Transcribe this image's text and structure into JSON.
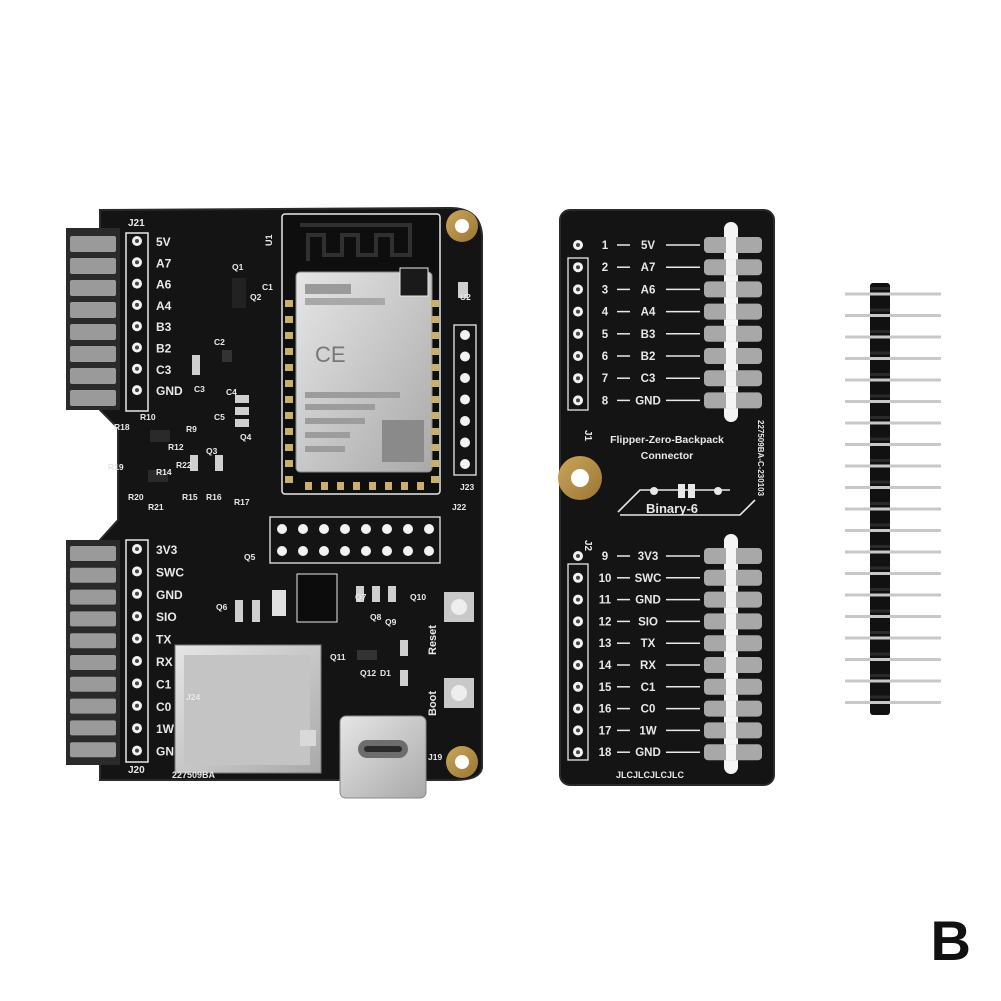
{
  "main_board": {
    "top_header": {
      "label": "J21",
      "pins": [
        "5V",
        "A7",
        "A6",
        "A4",
        "B3",
        "B2",
        "C3",
        "GND"
      ]
    },
    "bottom_header": {
      "label": "J20",
      "pins": [
        "3V3",
        "SWC",
        "GND",
        "SIO",
        "TX",
        "RX",
        "C1",
        "C0",
        "1W",
        "GND"
      ]
    },
    "module_label": "U1",
    "component_labels": [
      "Q1",
      "Q2",
      "C1",
      "C2",
      "C3",
      "C4",
      "C5",
      "R9",
      "R10",
      "R12",
      "R14",
      "R15",
      "R16",
      "R17",
      "R18",
      "R19",
      "R20",
      "R21",
      "R22",
      "Q3",
      "Q4",
      "Q5",
      "Q6",
      "Q7",
      "Q8",
      "Q9",
      "Q10",
      "Q11",
      "Q12",
      "D1",
      "U2",
      "J22",
      "J23",
      "J24",
      "J19"
    ],
    "buttons": [
      "Boot",
      "Reset"
    ],
    "sd_label": "227509BA"
  },
  "connector_board": {
    "title_line1": "Flipper-Zero-Backpack",
    "title_line2": "Connector",
    "logo_text": "Binary-6",
    "side_text": "227509BA-C-230103",
    "footer_text": "JLCJLCJLCJLC",
    "j1_label": "J1",
    "j2_label": "J2",
    "j1_rows": [
      {
        "num": "1",
        "sig": "5V"
      },
      {
        "num": "2",
        "sig": "A7"
      },
      {
        "num": "3",
        "sig": "A6"
      },
      {
        "num": "4",
        "sig": "A4"
      },
      {
        "num": "5",
        "sig": "B3"
      },
      {
        "num": "6",
        "sig": "B2"
      },
      {
        "num": "7",
        "sig": "C3"
      },
      {
        "num": "8",
        "sig": "GND"
      }
    ],
    "j2_rows": [
      {
        "num": "9",
        "sig": "3V3"
      },
      {
        "num": "10",
        "sig": "SWC"
      },
      {
        "num": "11",
        "sig": "GND"
      },
      {
        "num": "12",
        "sig": "SIO"
      },
      {
        "num": "13",
        "sig": "TX"
      },
      {
        "num": "14",
        "sig": "RX"
      },
      {
        "num": "15",
        "sig": "C1"
      },
      {
        "num": "16",
        "sig": "C0"
      },
      {
        "num": "17",
        "sig": "1W"
      },
      {
        "num": "18",
        "sig": "GND"
      }
    ]
  },
  "pin_header": {
    "pin_count": 20
  },
  "corner_label": "B"
}
